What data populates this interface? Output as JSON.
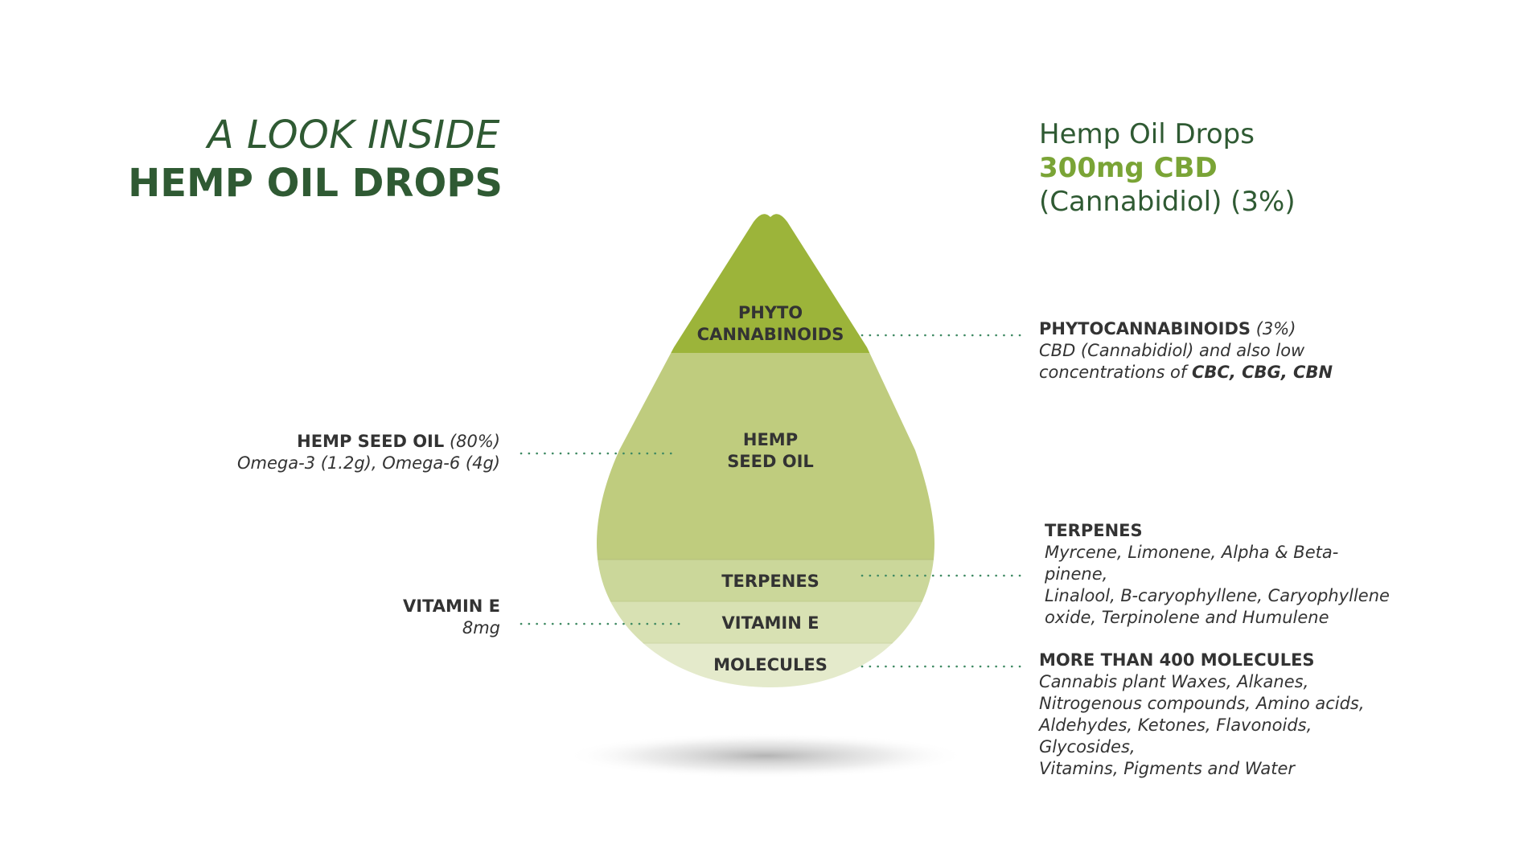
{
  "title": {
    "line1": "A LOOK INSIDE",
    "line2": "HEMP OIL DROPS"
  },
  "header": {
    "product": "Hemp Oil Drops",
    "dose": "300mg CBD",
    "compound": "(Cannabidiol) (3%)"
  },
  "drop": {
    "phyto_line1": "PHYTO",
    "phyto_line2": "CANNABINOIDS",
    "seed_line1": "HEMP",
    "seed_line2": "SEED OIL",
    "terpenes": "TERPENES",
    "vitamin": "VITAMIN E",
    "molecules": "MOLECULES"
  },
  "colors": {
    "phyto": "#9cb43a",
    "seed": "#bfcc7e",
    "terpenes": "#cbd79a",
    "vitamin": "#d8e1b3",
    "molecules": "#e4eacb",
    "title": "#2f5a33",
    "accent": "#7aa436",
    "leader": "#3f8a63"
  },
  "labels": {
    "hemp_seed": {
      "name": "HEMP SEED OIL",
      "pct": "(80%)",
      "detail": "Omega-3 (1.2g), Omega-6 (4g)"
    },
    "vitamin_e": {
      "name": "VITAMIN E",
      "detail": "8mg"
    },
    "phyto": {
      "name": "PHYTOCANNABINOIDS",
      "pct": "(3%)",
      "detail1": "CBD (Cannabidiol) and also low",
      "detail2": "concentrations of",
      "detail_bold": "CBC, CBG, CBN"
    },
    "terpenes": {
      "name": "TERPENES",
      "detail1": "Myrcene, Limonene, Alpha & Beta-pinene,",
      "detail2": "Linalool, B-caryophyllene, Caryophyllene",
      "detail3": "oxide, Terpinolene and Humulene"
    },
    "molecules": {
      "name": "MORE THAN 400 MOLECULES",
      "detail1": "Cannabis plant Waxes, Alkanes,",
      "detail2": "Nitrogenous compounds, Amino acids,",
      "detail3": "Aldehydes, Ketones, Flavonoids, Glycosides,",
      "detail4": "Vitamins, Pigments and Water"
    }
  }
}
